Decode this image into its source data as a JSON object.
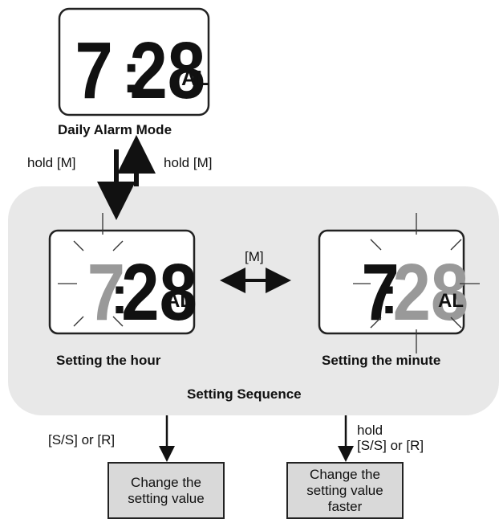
{
  "mode_title": "Daily Alarm Mode",
  "hold_m_left": "hold [M]",
  "hold_m_right": "hold [M]",
  "m_button": "[M]",
  "lcd_time": {
    "hour": "7",
    "colon": ":",
    "minutes": "28",
    "suffix": "AL"
  },
  "setting_hour": "Setting the hour",
  "setting_minute": "Setting the minute",
  "sequence_title": "Setting Sequence",
  "left_button": "[S/S] or [R]",
  "right_button_hold": "hold",
  "right_button": "[S/S] or [R]",
  "box_left": {
    "line1": "Change the",
    "line2": "setting value"
  },
  "box_right": {
    "line1": "Change the",
    "line2": "setting value",
    "line3": "faster"
  },
  "colors": {
    "panel": "#e8e8e8",
    "box": "#d9d9d9",
    "dim_digit": "#999999",
    "ink": "#111111"
  }
}
